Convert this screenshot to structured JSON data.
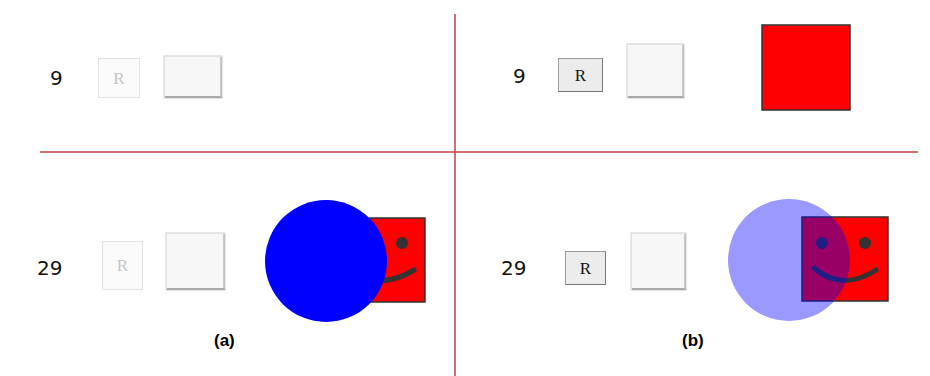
{
  "diagram": {
    "nodes": [
      {
        "text": [
          "R"
        ]
      },
      {
        "text": [
          "R"
        ]
      },
      {
        "text": [
          "R"
        ]
      },
      {
        "text": [
          "R"
        ]
      }
    ],
    "labels": [
      "9",
      "9",
      "29",
      "29",
      "(a)",
      "(b)"
    ]
  }
}
